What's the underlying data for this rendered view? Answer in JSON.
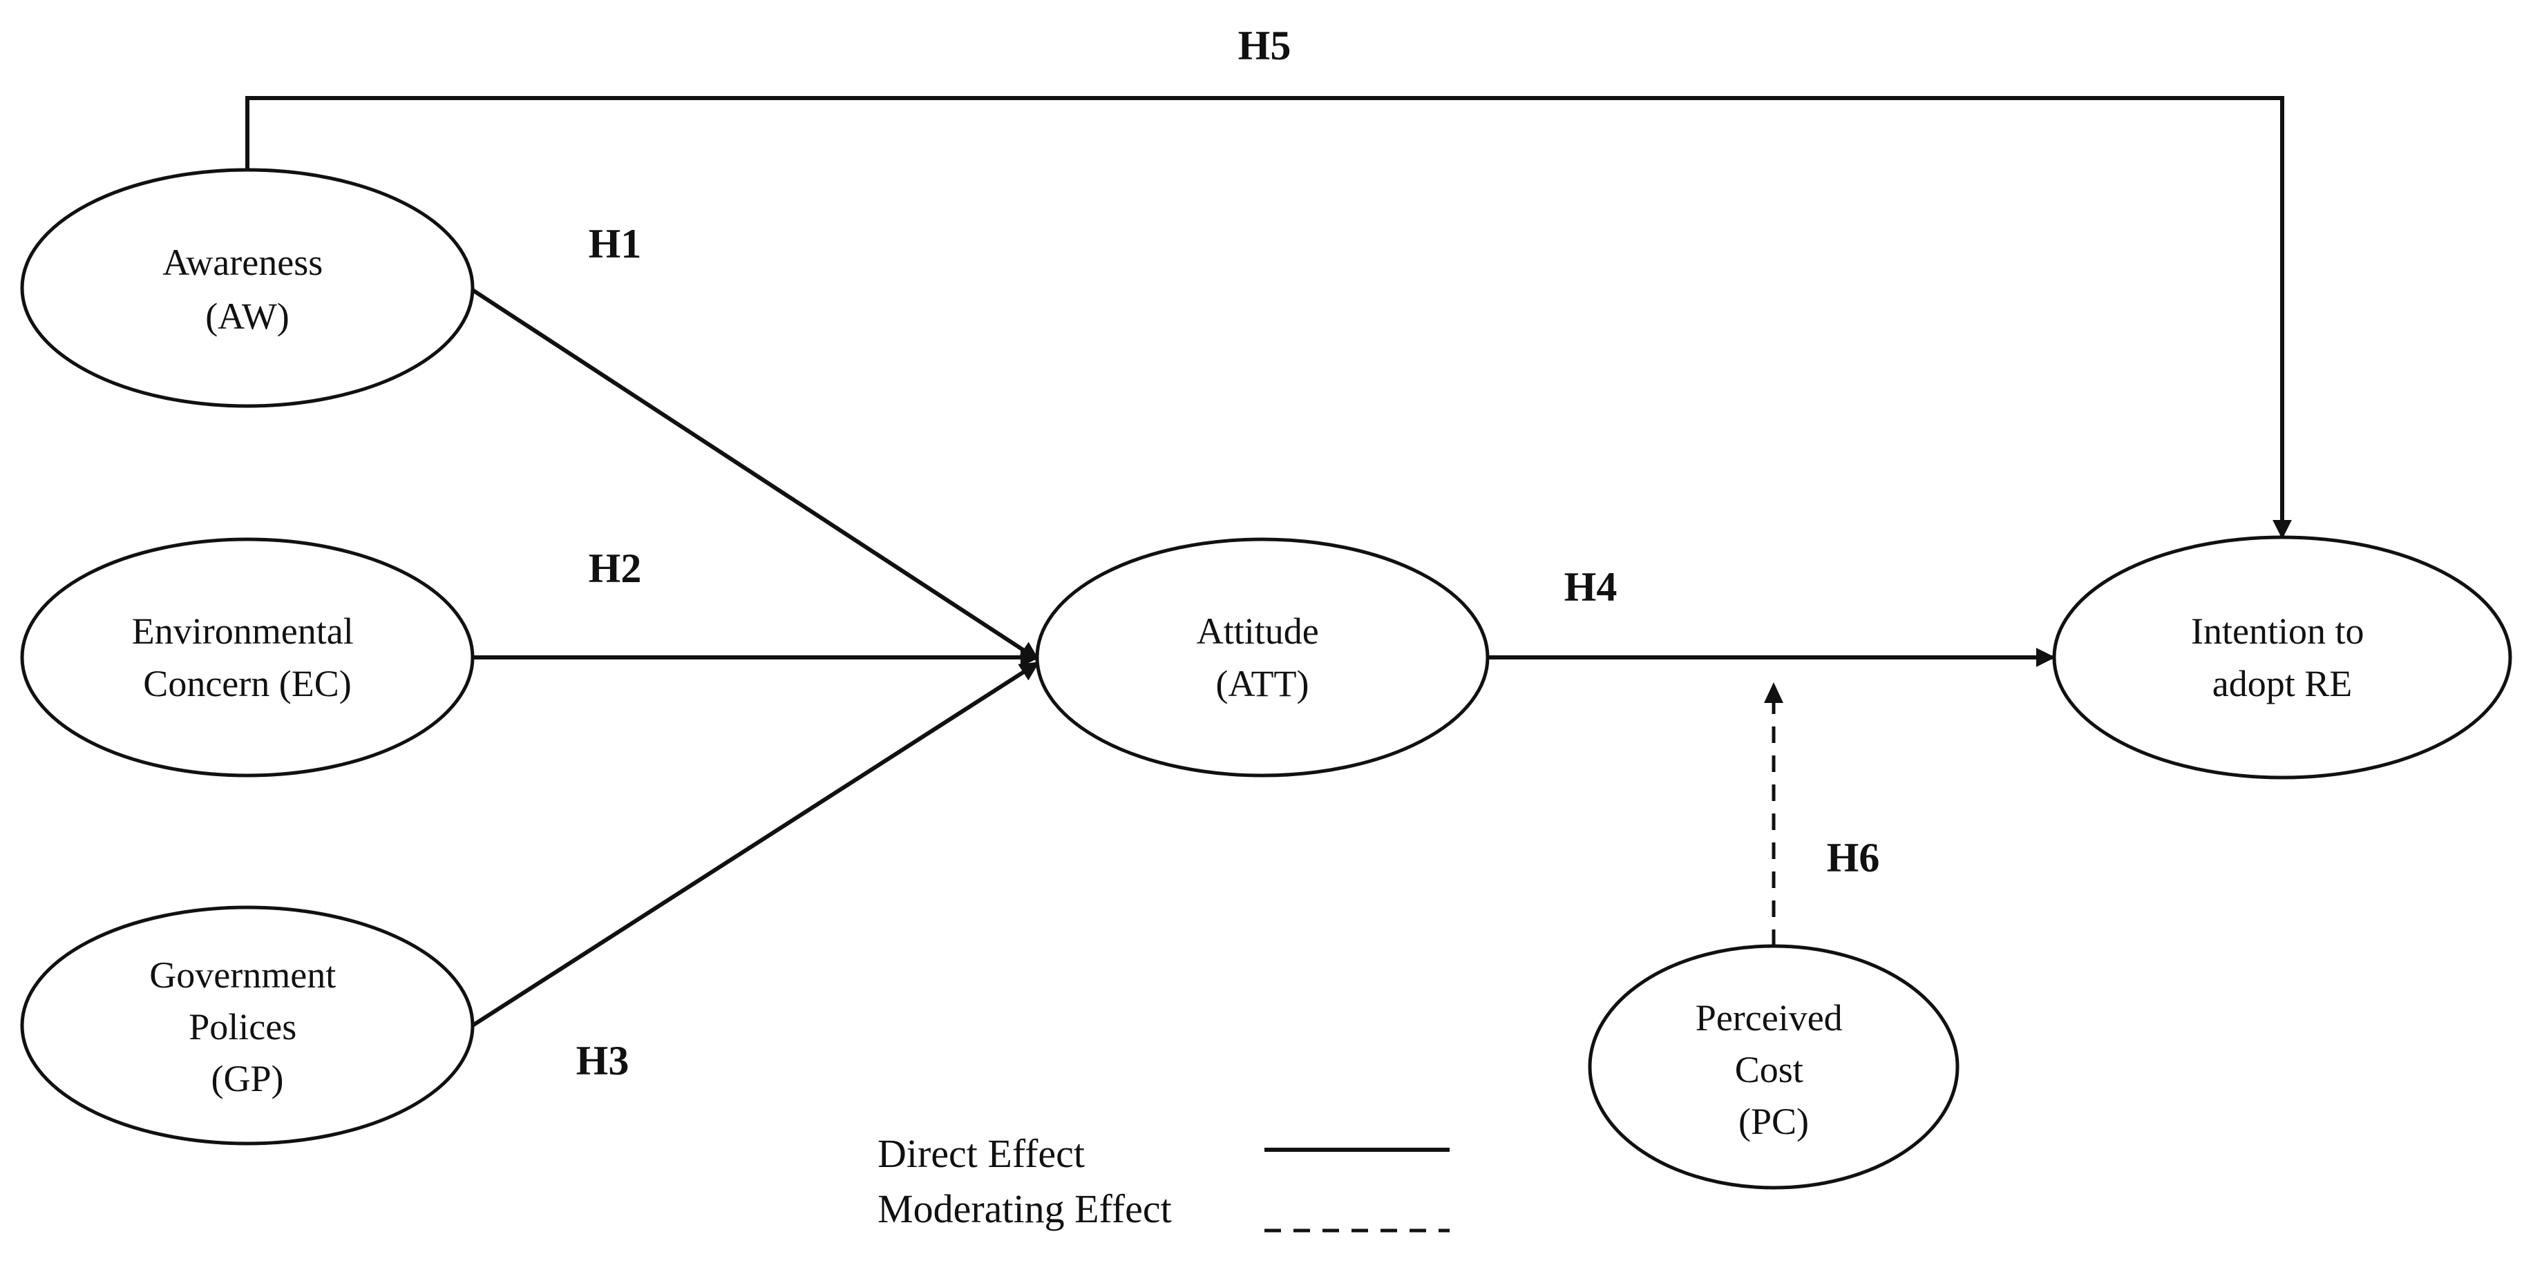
{
  "nodes": {
    "aw": {
      "lines": [
        "Awareness",
        "(AW)"
      ]
    },
    "ec": {
      "lines": [
        "Environmental",
        "Concern (EC)"
      ]
    },
    "gp": {
      "lines": [
        "Government",
        "Polices",
        "(GP)"
      ]
    },
    "att": {
      "lines": [
        "Attitude",
        "(ATT)"
      ]
    },
    "int": {
      "lines": [
        "Intention to",
        "adopt RE"
      ]
    },
    "pc": {
      "lines": [
        "Perceived",
        "Cost",
        "(PC)"
      ]
    }
  },
  "hypotheses": {
    "h1": "H1",
    "h2": "H2",
    "h3": "H3",
    "h4": "H4",
    "h5": "H5",
    "h6": "H6"
  },
  "legend": {
    "direct": "Direct Effect",
    "moderating": "Moderating Effect"
  }
}
